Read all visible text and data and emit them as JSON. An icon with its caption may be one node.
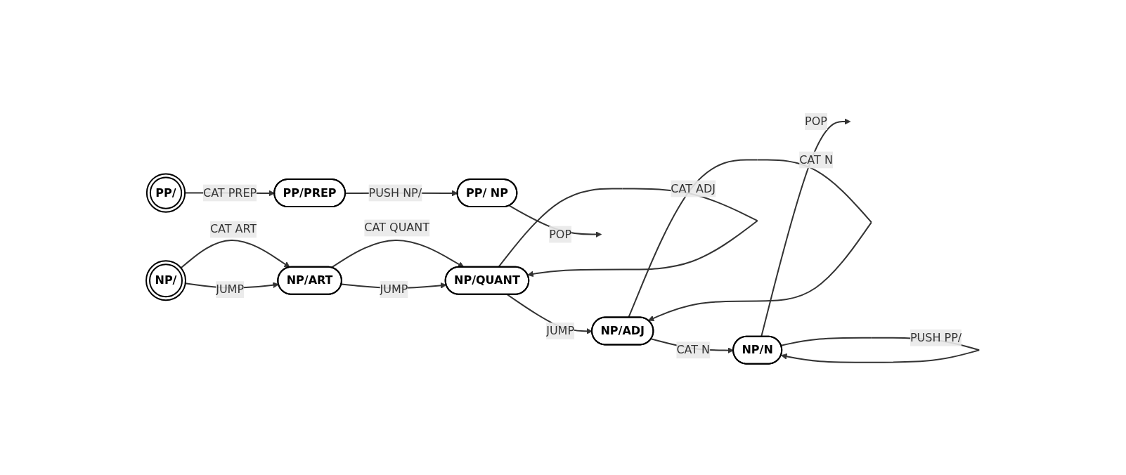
{
  "diagram": {
    "nodes": [
      {
        "text": [
          "NP/"
        ]
      },
      {
        "text": [
          "NP/ART"
        ]
      },
      {
        "text": [
          "NP/QUANT"
        ]
      },
      {
        "text": [
          "NP/ADJ"
        ]
      },
      {
        "text": [
          "NP/N"
        ]
      },
      {
        "text": [
          "PP/"
        ]
      },
      {
        "text": [
          "PP/PREP"
        ]
      },
      {
        "text": [
          "PP/ NP"
        ]
      }
    ],
    "edges": [
      {
        "from": 0,
        "to": 1,
        "arrow": "to",
        "label": "CAT ART"
      },
      {
        "from": 0,
        "to": 1,
        "arrow": "to",
        "label": "JUMP"
      },
      {
        "from": 1,
        "to": 2,
        "arrow": "to",
        "label": "CAT QUANT"
      },
      {
        "from": 1,
        "to": 2,
        "arrow": "to",
        "label": "JUMP"
      },
      {
        "from": 2,
        "to": 2,
        "arrow": "to",
        "label": "CAT ADJ"
      },
      {
        "from": 2,
        "to": 3,
        "arrow": "to",
        "label": "JUMP"
      },
      {
        "from": 3,
        "to": 3,
        "arrow": "to",
        "label": "CAT N"
      },
      {
        "from": 3,
        "to": 4,
        "arrow": "to",
        "label": "CAT N"
      },
      {
        "from": 4,
        "to": 4,
        "arrow": "to",
        "label": "PUSH PP/"
      },
      {
        "from": 4,
        "to": null,
        "arrow": "to",
        "label": "POP"
      },
      {
        "from": 5,
        "to": 6,
        "arrow": "to",
        "label": "CAT PREP"
      },
      {
        "from": 6,
        "to": 7,
        "arrow": "to",
        "label": "PUSH NP/"
      },
      {
        "from": 7,
        "to": null,
        "arrow": "to",
        "label": "POP"
      }
    ]
  }
}
